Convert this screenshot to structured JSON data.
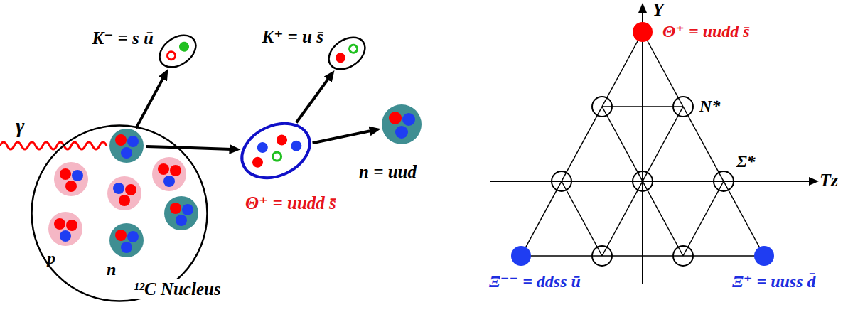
{
  "diagram": {
    "nodes": [
      {
        "text": [
          "¹²C Nucleus"
        ]
      },
      {
        "text": [
          "p"
        ],
        "in": 0
      },
      {
        "text": [
          "n"
        ],
        "in": 0
      },
      {
        "text": [
          "K⁻ = s ū"
        ]
      },
      {
        "text": [
          "K⁺ = u s̄"
        ]
      },
      {
        "text": [
          "Θ⁺ = uudd s̄"
        ]
      },
      {
        "text": [
          "n = uud"
        ]
      },
      {
        "text": [
          "Θ⁺ = uudd s̄"
        ]
      },
      {
        "text": [
          "N*"
        ]
      },
      {
        "text": [
          "Σ*"
        ]
      },
      {
        "text": [
          "Ξ⁻⁻ = ddss ū"
        ]
      },
      {
        "text": [
          "Ξ⁺ = uuss d̄"
        ]
      }
    ],
    "edges": [
      {
        "from": 0,
        "to": 3,
        "arrow": "to"
      },
      {
        "from": 0,
        "to": 5,
        "arrow": "to"
      },
      {
        "from": 5,
        "to": 4,
        "arrow": "to"
      },
      {
        "from": 5,
        "to": 6,
        "arrow": "to"
      }
    ],
    "labels": [
      "γ",
      "Y",
      "Tz"
    ]
  }
}
